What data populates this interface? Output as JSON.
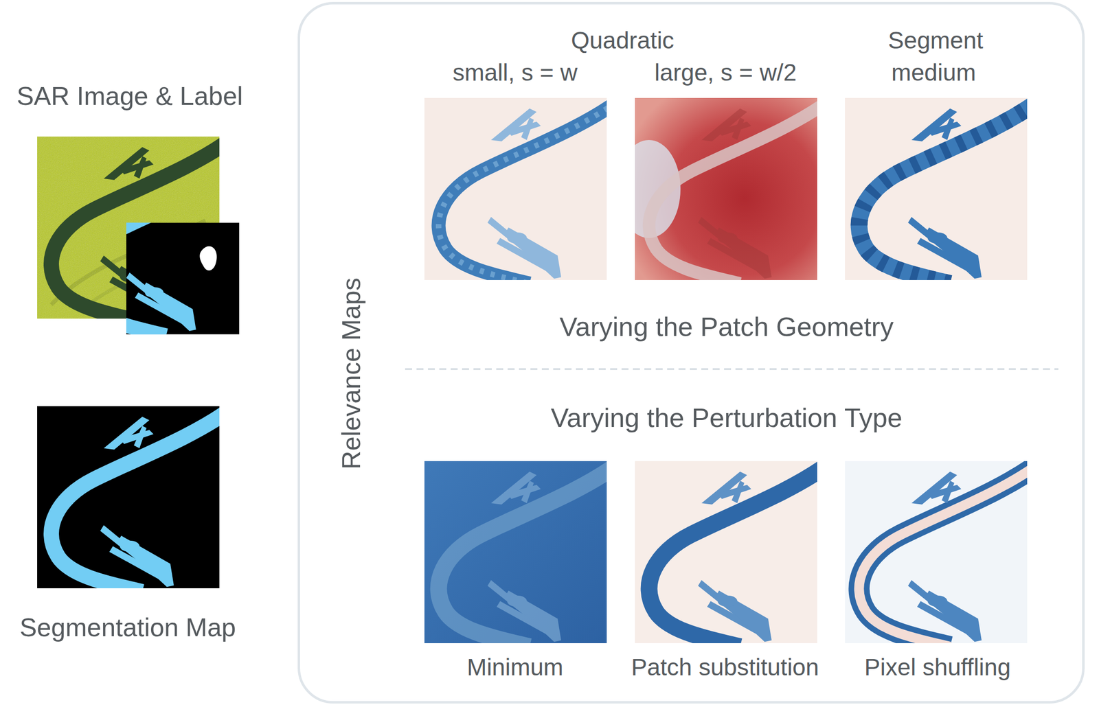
{
  "diagram": {
    "nodes": [
      {
        "text": [
          "Relevance Maps"
        ]
      }
    ],
    "labels": [
      "SAR Image & Label",
      "Segmentation Map",
      "Quadratic",
      "small, s = w",
      "large, s = w/2",
      "Segment",
      "medium",
      "Varying the Patch Geometry",
      "Varying the Perturbation Type",
      "Minimum",
      "Patch substitution",
      "Pixel shuffling"
    ]
  }
}
